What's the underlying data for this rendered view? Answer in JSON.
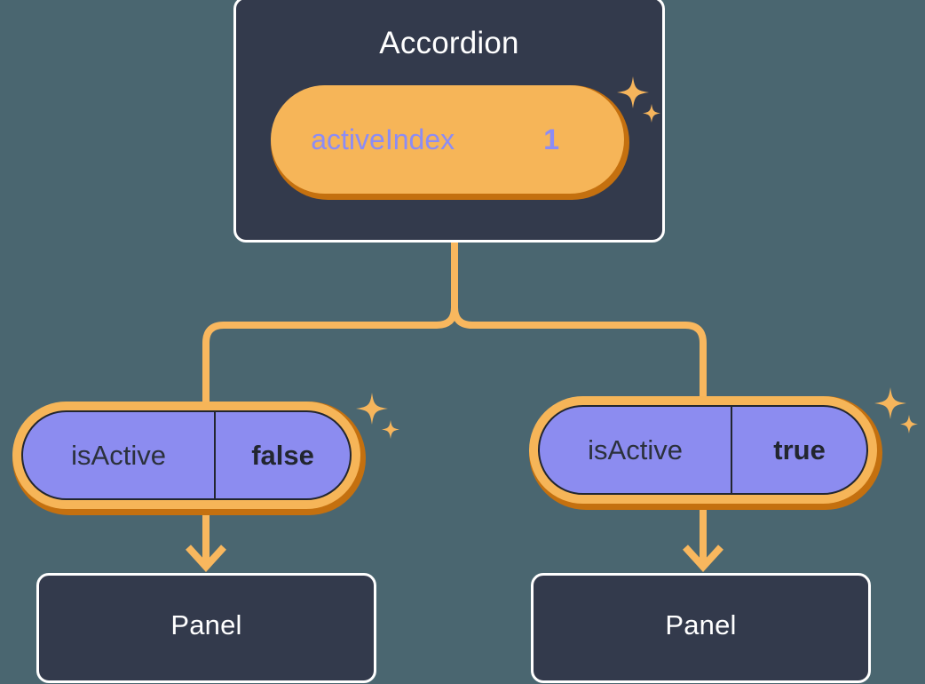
{
  "background_color": "#4a6670",
  "palette": {
    "card_bg": "#333A4C",
    "card_border": "#ffffff",
    "ring_outer": "#C4700F",
    "ring_inner": "#F6B558",
    "pill_fill": "#8C8CF0",
    "pill_text": "#22262F",
    "ghost_text": "#8C8CF5",
    "connector": "#F8B75E",
    "sparkle": "#F6B55C"
  },
  "diagram": {
    "type": "component-state-tree",
    "root": {
      "title": "Accordion",
      "state": {
        "key": "activeIndex",
        "value": "1"
      },
      "sparkle_icon": "sparkles-icon"
    },
    "children": [
      {
        "prop": {
          "key": "isActive",
          "value": "false"
        },
        "component_title": "Panel",
        "sparkle_icon": "sparkles-icon"
      },
      {
        "prop": {
          "key": "isActive",
          "value": "true"
        },
        "component_title": "Panel",
        "sparkle_icon": "sparkles-icon"
      }
    ]
  }
}
